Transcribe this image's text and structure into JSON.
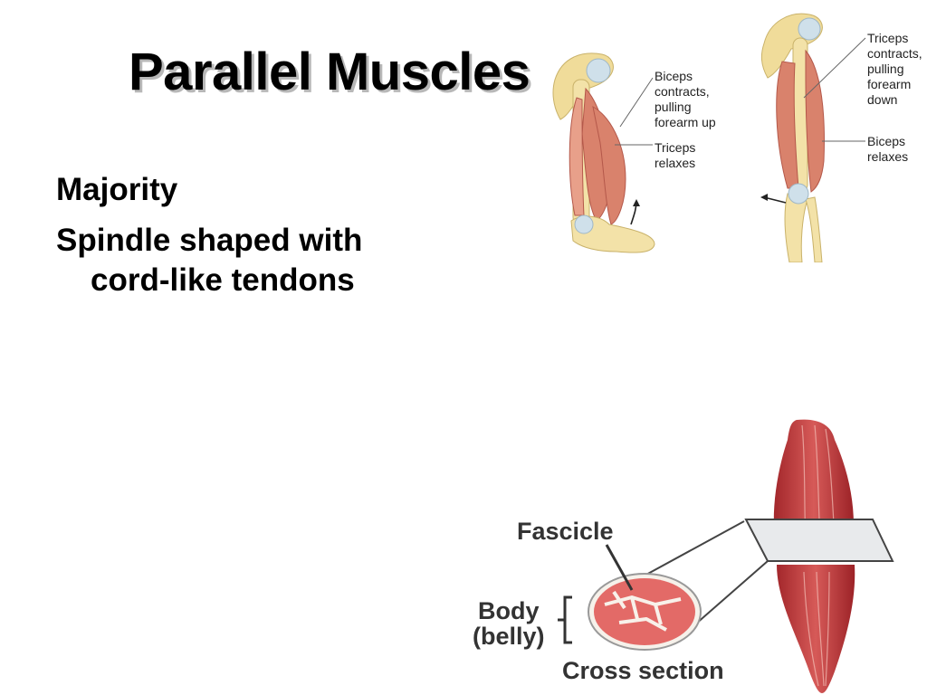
{
  "slide": {
    "title": "Parallel Muscles",
    "bullets": [
      {
        "text": "Majority"
      },
      {
        "line1": "Spindle shaped with",
        "line2": "cord-like tendons"
      }
    ]
  },
  "figure_flexion": {
    "label_biceps": [
      "Biceps",
      "contracts,",
      "pulling",
      "forearm up"
    ],
    "label_triceps": [
      "Triceps",
      "relaxes"
    ]
  },
  "figure_extension": {
    "label_triceps": [
      "Triceps",
      "contracts,",
      "pulling",
      "forearm",
      "down"
    ],
    "label_biceps": [
      "Biceps",
      "relaxes"
    ]
  },
  "figure_muscle": {
    "fascicle": "Fascicle",
    "body_line1": "Body",
    "body_line2": "(belly)",
    "cross_section": "Cross section"
  },
  "colors": {
    "bone": "#f0dc9a",
    "muscle": "#c94a45",
    "muscle_dark": "#a3272b"
  }
}
